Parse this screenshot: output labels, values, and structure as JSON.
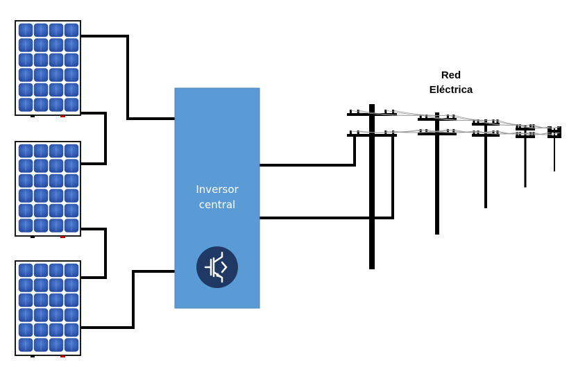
{
  "inverter": {
    "label_line1": "Inversor",
    "label_line2": "central",
    "color": "#5b9bd5",
    "badge_color": "#1f3864",
    "icon": "igbt-transistor-icon"
  },
  "grid": {
    "label_line1": "Red",
    "label_line2": "Eléctrica",
    "icon": "utility-pole-icon"
  },
  "panels": {
    "count": 3,
    "cell_color": "#2f5bb0",
    "icon": "solar-panel-icon"
  },
  "colors": {
    "wire": "#000000",
    "terminal_positive": "#c00000"
  }
}
